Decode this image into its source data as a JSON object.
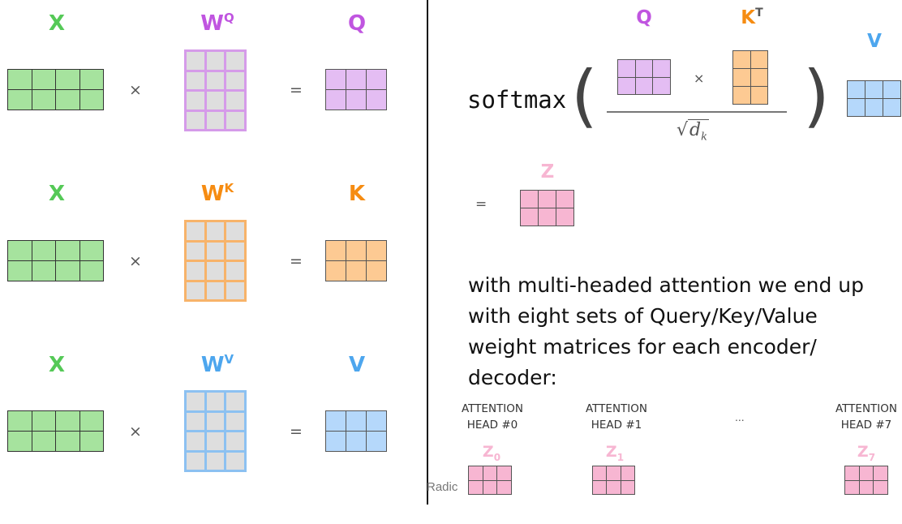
{
  "colors": {
    "green": "#55c957",
    "green_fill": "#a6e39e",
    "purple": "#c055e0",
    "purple_fill": "#e4bdf3",
    "purple_border": "#d59be9",
    "orange": "#f68c12",
    "orange_fill": "#fdca93",
    "orange_border": "#f7b36a",
    "blue": "#4da6ee",
    "blue_fill": "#b5d8fb",
    "blue_border": "#8cc1f1",
    "pink": "#f7b6d2",
    "pink_fill": "#f7b6d2",
    "gray_fill": "#dedede"
  },
  "left_equations": [
    {
      "input": "X",
      "weight": "W",
      "weight_sup": "Q",
      "output": "Q",
      "times": "×",
      "equals": "="
    },
    {
      "input": "X",
      "weight": "W",
      "weight_sup": "K",
      "output": "K",
      "times": "×",
      "equals": "="
    },
    {
      "input": "X",
      "weight": "W",
      "weight_sup": "V",
      "output": "V",
      "times": "×",
      "equals": "="
    }
  ],
  "formula": {
    "func": "softmax",
    "open_paren": "(",
    "close_paren": ")",
    "q_label": "Q",
    "k_label": "K",
    "k_sup": "T",
    "times": "×",
    "v_label": "V",
    "radical": "√",
    "denominator_var": "d",
    "denominator_sub": "k",
    "equals": "=",
    "z_label": "Z"
  },
  "paragraph": "with multi-headed attention we end up with eight sets of Query/Key/Value weight matrices for each encoder/ decoder:",
  "heads": [
    {
      "line1": "ATTENTION",
      "line2": "HEAD #0",
      "z": "Z",
      "z_sub": "0"
    },
    {
      "line1": "ATTENTION",
      "line2": "HEAD #1",
      "z": "Z",
      "z_sub": "1"
    },
    {
      "line1": "ATTENTION",
      "line2": "HEAD #7",
      "z": "Z",
      "z_sub": "7"
    }
  ],
  "ellipsis": "...",
  "cut_text": "Radic"
}
